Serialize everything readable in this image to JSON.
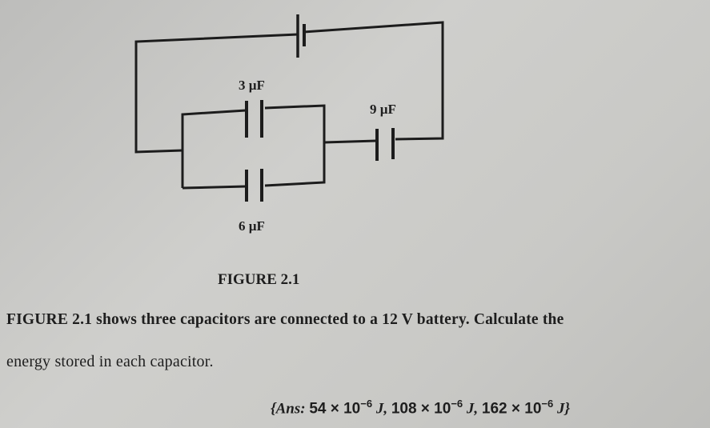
{
  "figure": {
    "labels": {
      "c1": "3 µF",
      "c2": "6 µF",
      "c3": "9 µF"
    },
    "caption": "FIGURE 2.1"
  },
  "question": {
    "line1": "FIGURE 2.1 shows three capacitors are connected to a 12 V battery. Calculate the",
    "line2": "energy stored in each capacitor."
  },
  "answer": {
    "prefix": "{Ans: ",
    "v1": "54 × 10",
    "e1": "−6",
    "u1": " J, ",
    "v2": "108 × 10",
    "e2": "−6",
    "u2": " J, ",
    "v3": "162 × 10",
    "e3": "−6",
    "u3": " J}"
  }
}
